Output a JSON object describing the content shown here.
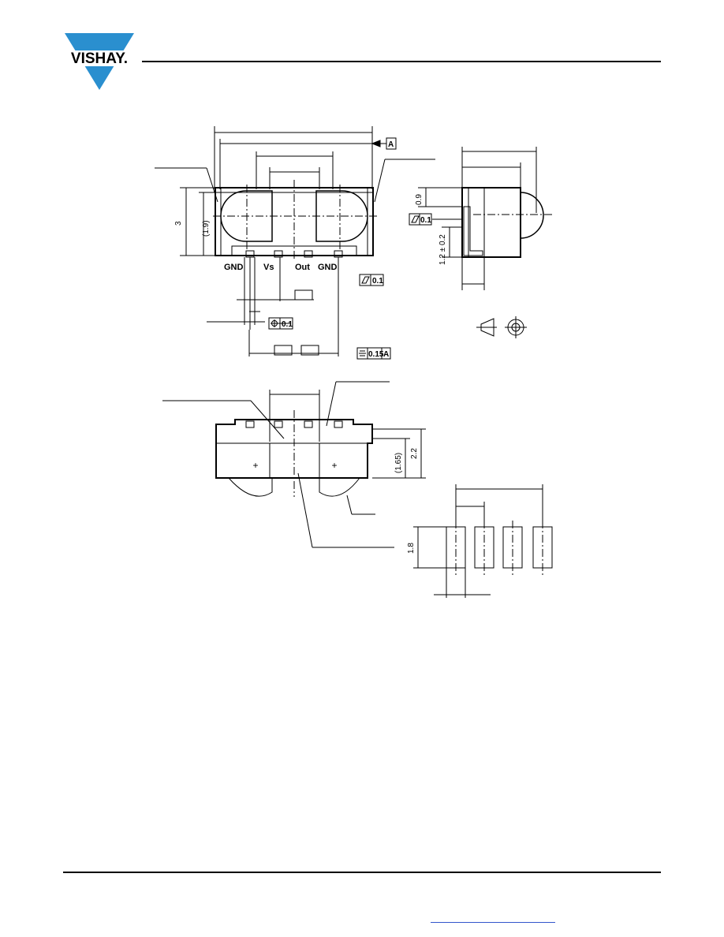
{
  "header": {
    "brand": "VISHAY."
  },
  "drawing": {
    "pins": [
      "GND",
      "Vs",
      "Out",
      "GND"
    ],
    "datum": "A",
    "dims": {
      "height_3": "3",
      "height_1_9": "(1.9)",
      "dim_0_9": "0.9",
      "dim_1_2": "1.2 ± 0.2",
      "dim_2_2": "2.2",
      "dim_1_65": "(1.65)",
      "dim_1_8": "1.8"
    },
    "tolerances": {
      "flatness_front": "0.1",
      "flatness_side": "0.1",
      "position": "0.1",
      "symmetry_value": "0.15",
      "symmetry_datum": "A"
    }
  },
  "footer": {
    "link_text": ""
  }
}
